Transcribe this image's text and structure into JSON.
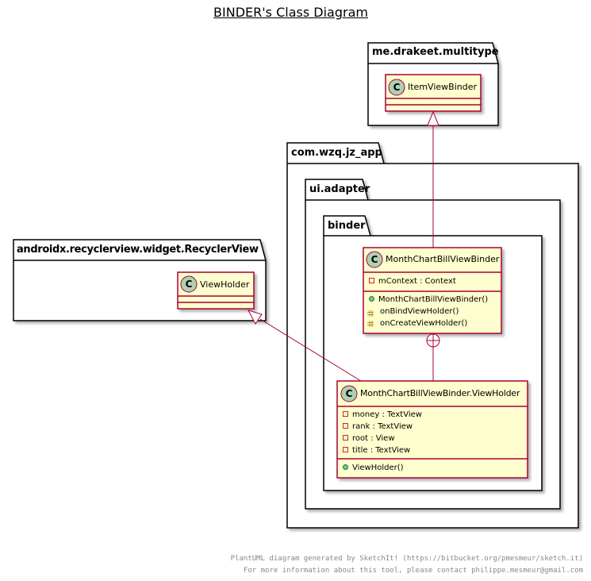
{
  "title": "BINDER's Class Diagram",
  "packages": {
    "multitype": "me.drakeet.multitype",
    "app": "com.wzq.jz_app",
    "adapter": "ui.adapter",
    "binder": "binder",
    "recyclerview": "androidx.recyclerview.widget.RecyclerView"
  },
  "classes": {
    "item_view_binder": {
      "name": "ItemViewBinder"
    },
    "view_holder": {
      "name": "ViewHolder"
    },
    "month_binder": {
      "name": "MonthChartBillViewBinder",
      "fields": [
        "mContext : Context"
      ],
      "methods": [
        "MonthChartBillViewBinder()",
        "onBindViewHolder()",
        "onCreateViewHolder()"
      ]
    },
    "month_view_holder": {
      "name": "MonthChartBillViewBinder.ViewHolder",
      "fields": [
        "money : TextView",
        "rank : TextView",
        "root : View",
        "title : TextView"
      ],
      "methods": [
        "ViewHolder()"
      ]
    }
  },
  "colors": {
    "class_fill": "#FEFECE",
    "class_border": "#A80036",
    "spot_fill": "#ADD1B2",
    "package_fill": "#FFFFFF",
    "package_border": "#000000"
  },
  "icons": {
    "class_spot": "circle-c-icon"
  },
  "footer": {
    "line1": "PlantUML diagram generated by SketchIt! (https://bitbucket.org/pmesmeur/sketch.it)",
    "line2": "For more information about this tool, please contact philippe.mesmeur@gmail.com"
  }
}
